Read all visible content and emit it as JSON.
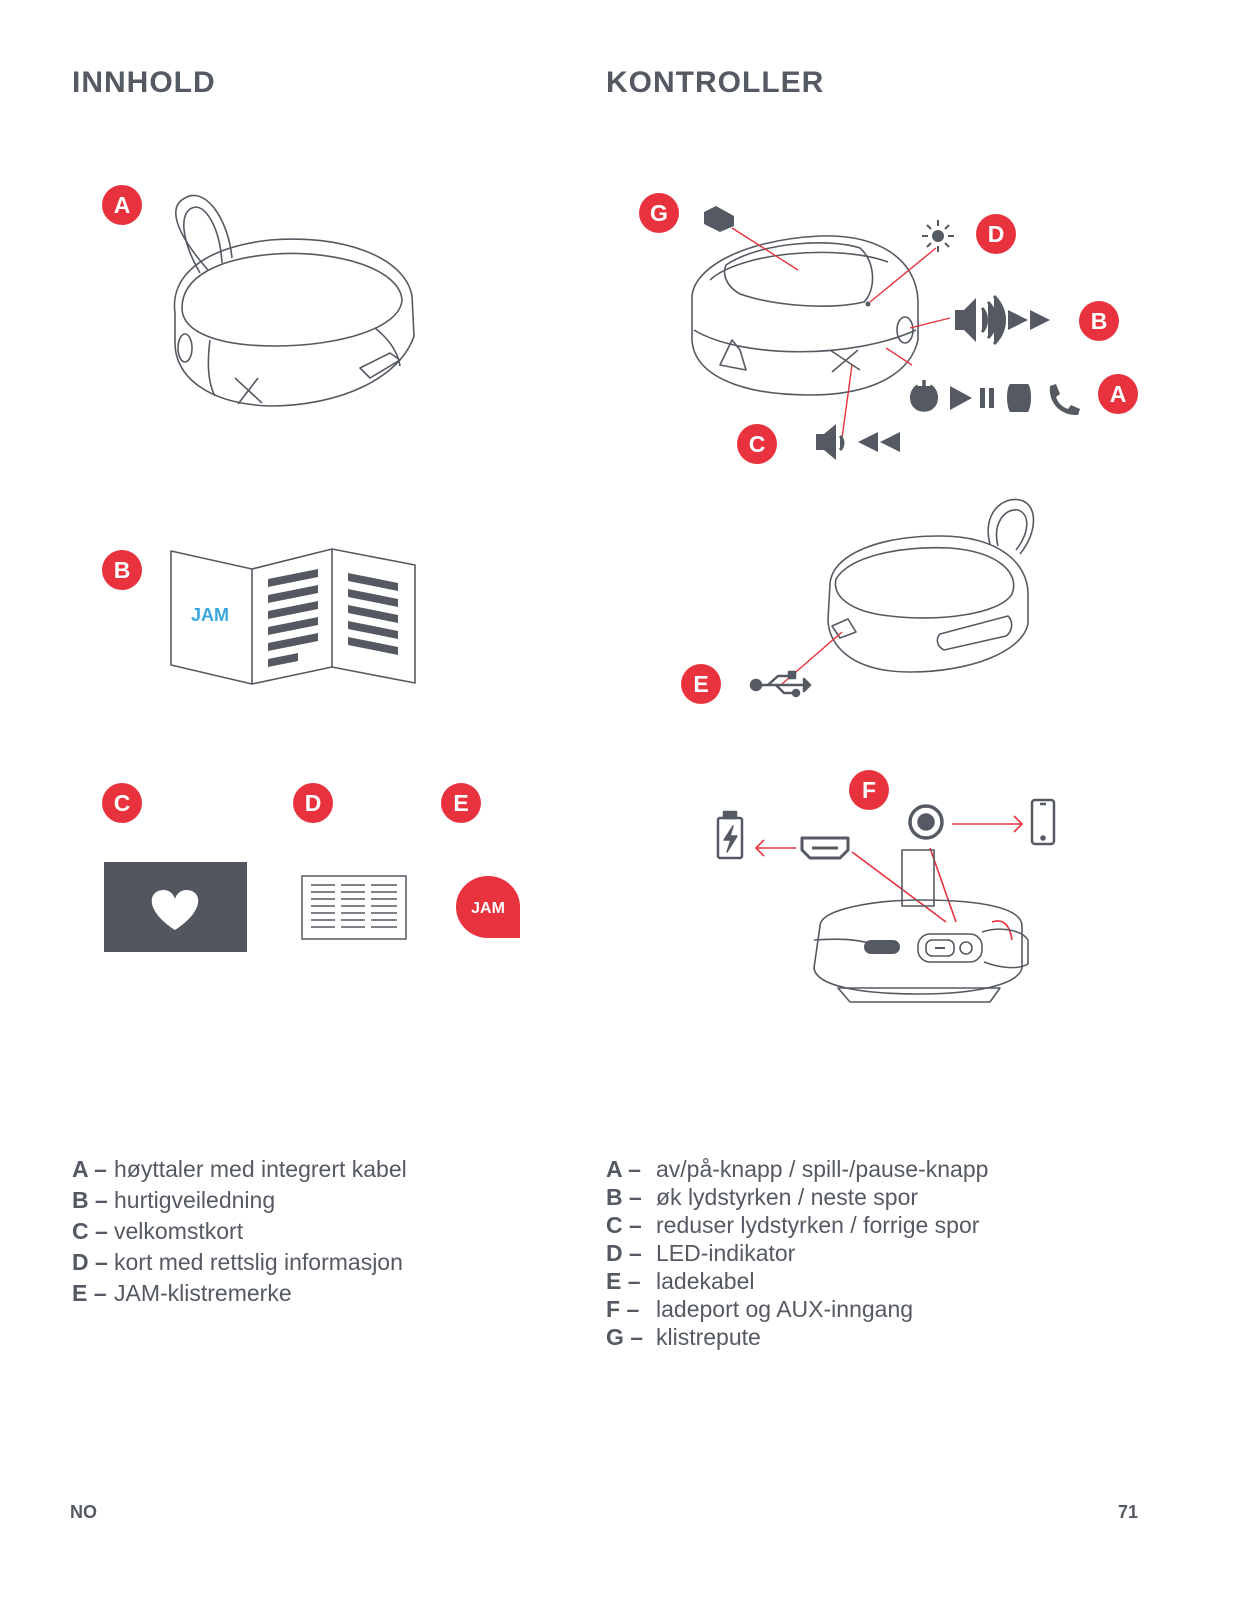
{
  "headings": {
    "contents": "INNHOLD",
    "controls": "KONTROLLER"
  },
  "contents_badges": {
    "a": "A",
    "b": "B",
    "c": "C",
    "d": "D",
    "e": "E"
  },
  "controls_badges": {
    "a": "A",
    "b": "B",
    "c": "C",
    "d": "D",
    "e": "E",
    "f": "F",
    "g": "G"
  },
  "logo_text": "JAM",
  "contents_legend": [
    {
      "key": "A –",
      "text": "høyttaler med integrert kabel"
    },
    {
      "key": "B –",
      "text": "hurtigveiledning"
    },
    {
      "key": "C –",
      "text": "velkomstkort"
    },
    {
      "key": "D –",
      "text": "kort med rettslig informasjon"
    },
    {
      "key": "E –",
      "text": "JAM-klistremerke"
    }
  ],
  "controls_legend": [
    {
      "key": "A –",
      "text": "av/på-knapp / spill-/pause-knapp"
    },
    {
      "key": "B –",
      "text": "øk lydstyrken / neste spor"
    },
    {
      "key": "C –",
      "text": "reduser lydstyrken / forrige spor"
    },
    {
      "key": "D –",
      "text": "LED-indikator"
    },
    {
      "key": "E –",
      "text": "ladekabel"
    },
    {
      "key": "F –",
      "text": "ladeport og AUX-inngang"
    },
    {
      "key": "G –",
      "text": "klistrepute"
    }
  ],
  "footer": {
    "language": "NO",
    "page_number": "71"
  },
  "colors": {
    "accent": "#e8323d",
    "text": "#555a62",
    "logo_blue": "#3aa6df",
    "card_dark": "#52565e"
  }
}
